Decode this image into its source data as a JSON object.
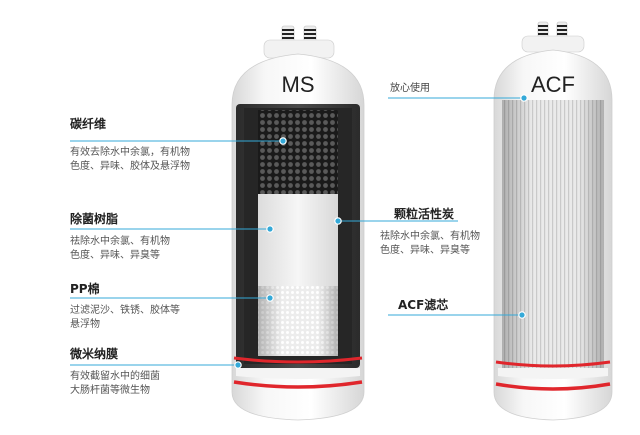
{
  "cartridges": {
    "left": {
      "badge": "MS"
    },
    "right": {
      "badge": "ACF"
    }
  },
  "labels": {
    "carbon_fiber": {
      "title": "碳纤维",
      "lines": [
        "有效去除水中余氯，有机物",
        "色度、异味、胶体及悬浮物"
      ]
    },
    "resin": {
      "title": "除菌树脂",
      "lines": [
        "祛除水中余氯、有机物",
        "色度、异味、异臭等"
      ]
    },
    "pp": {
      "title": "PP棉",
      "lines": [
        "过滤泥沙、铁锈、胶体等",
        "悬浮物"
      ]
    },
    "membrane": {
      "title": "微米纳膜",
      "lines": [
        "有效截留水中的细菌",
        "大肠杆菌等微生物"
      ]
    },
    "safe_use": {
      "title": "放心使用"
    },
    "activated_carbon": {
      "title": "颗粒活性炭",
      "lines": [
        "祛除水中余氯、有机物",
        "色度、异味、异臭等"
      ]
    },
    "acf_core": {
      "title": "ACF滤芯"
    }
  },
  "colors": {
    "callout": "#34a9d8",
    "accent_red": "#e0262c",
    "carbon": "#3a3a3a",
    "shell": "#eeeeee"
  }
}
